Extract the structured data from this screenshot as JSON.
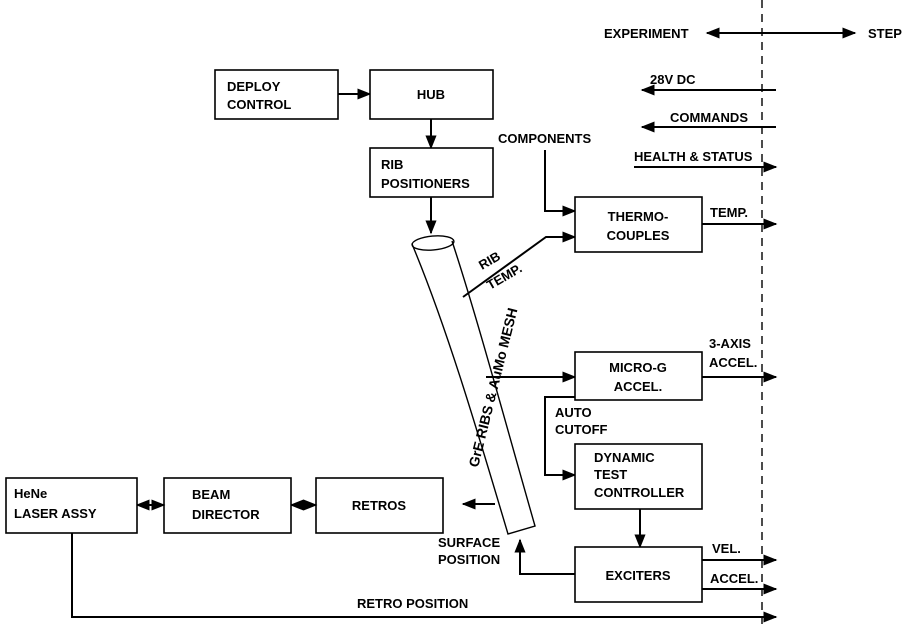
{
  "header": {
    "experiment": "EXPERIMENT",
    "step": "STEP"
  },
  "blocks": {
    "deploy_control": [
      "DEPLOY",
      "CONTROL"
    ],
    "hub": "HUB",
    "rib_positioners": [
      "RIB",
      "POSITIONERS"
    ],
    "thermocouples": [
      "THERMO-",
      "COUPLES"
    ],
    "micro_g_accel": [
      "MICRO-G",
      "ACCEL."
    ],
    "dynamic_test_controller": [
      "DYNAMIC",
      "TEST",
      "CONTROLLER"
    ],
    "exciters": "EXCITERS",
    "retros": "RETROS",
    "beam_director": [
      "BEAM",
      "DIRECTOR"
    ],
    "laser_assy": [
      "HeNe",
      "LASER ASSY"
    ],
    "antenna": "GrE RIBS & AuMo MESH"
  },
  "signals": {
    "v28_dc": "28V DC",
    "commands": "COMMANDS",
    "health_status": "HEALTH & STATUS",
    "components": "COMPONENTS",
    "temp": "TEMP.",
    "rib_temp": [
      "RIB",
      "TEMP."
    ],
    "three_axis_accel": [
      "3-AXIS",
      "ACCEL."
    ],
    "auto_cutoff": [
      "AUTO",
      "CUTOFF"
    ],
    "vel": "VEL.",
    "accel": "ACCEL.",
    "surface_position": [
      "SURFACE",
      "POSITION"
    ],
    "retro_position": "RETRO POSITION"
  }
}
